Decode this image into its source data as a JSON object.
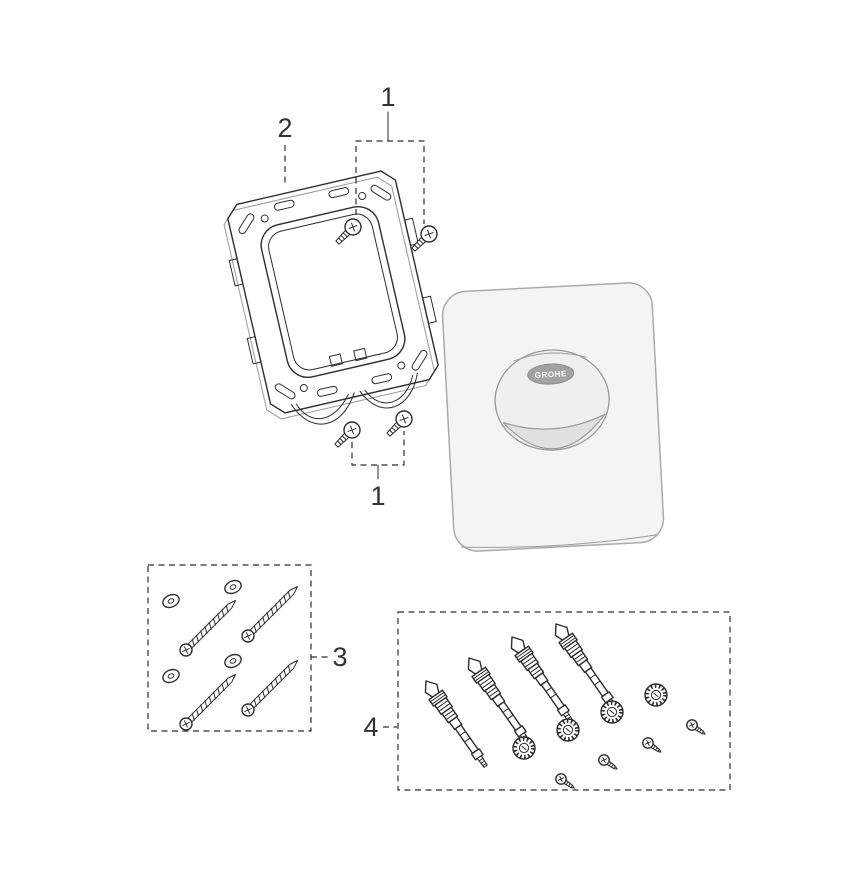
{
  "colors": {
    "line": "#2e2e2e",
    "light_line": "#9a9a9a",
    "plate_fill": "#f4f4f4",
    "button_fill": "#efefef",
    "button_lower_fill": "#e1e1e1",
    "badge_fill": "#a2a2a2",
    "background": "#ffffff",
    "label": "#333333"
  },
  "diagram": {
    "callouts": {
      "top_screws": "1",
      "frame": "2",
      "bottom_screws": "1",
      "screw_set": "3",
      "bolt_set": "4"
    },
    "plate": {
      "brand": "GROHE"
    }
  }
}
